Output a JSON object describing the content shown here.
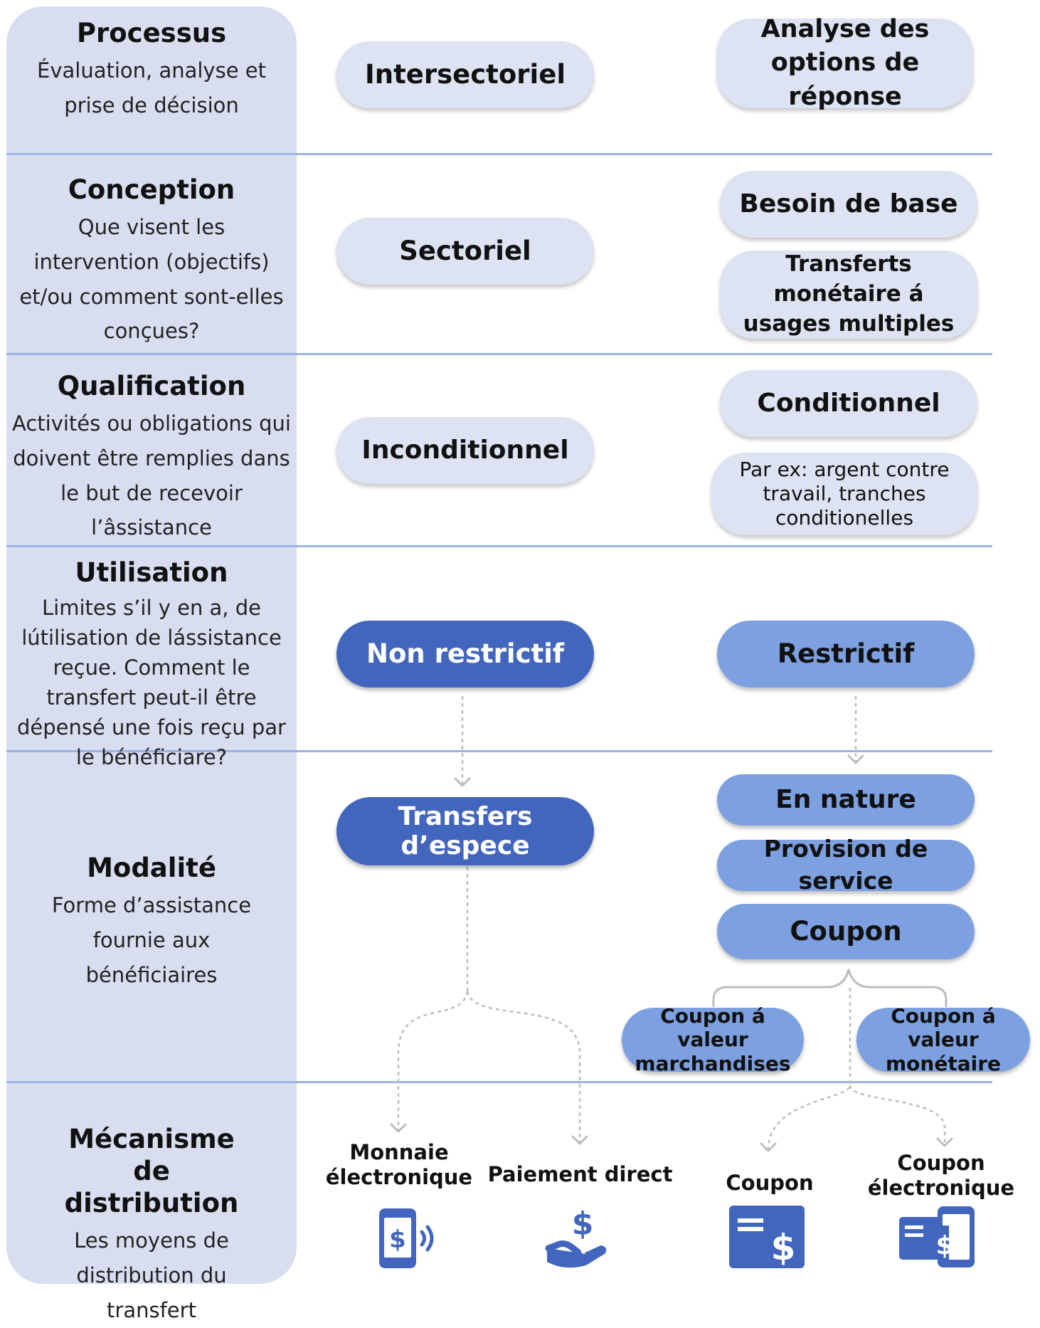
{
  "categories": [
    {
      "title": "Processus",
      "description": "Évaluation, analyse et prise de décision"
    },
    {
      "title": "Conception",
      "description": "Que visent les intervention (objectifs) et/ou comment sont-elles conçues?"
    },
    {
      "title": "Qualification",
      "description": "Activités ou obligations qui doivent être remplies dans le but de recevoir l’âssistance"
    },
    {
      "title": "Utilisation",
      "description": "Limites s’il y en a, de lútilisation de lássistance reçue. Comment le transfert peut-il être dépensé une fois reçu par le bénéficiare?"
    },
    {
      "title": "Modalité",
      "description": "Forme d’assistance fournie aux bénéficiaires"
    },
    {
      "title": "Mécanisme de distribution",
      "description": "Les moyens de distribution du transfert"
    }
  ],
  "options": {
    "intersectoriel": "Intersectoriel",
    "analyse_options": "Analyse des options de réponse",
    "sectoriel": "Sectoriel",
    "besoin_de_base": "Besoin de base",
    "transferts_multiples": "Transferts monétaire á usages multiples",
    "inconditionnel": "Inconditionnel",
    "conditionnel": "Conditionnel",
    "conditionnel_example": "Par ex: argent contre travail, tranches conditionelles",
    "non_restrictif": "Non restrictif",
    "restrictif": "Restrictif",
    "transfers_espece": "Transfers d’espece",
    "en_nature": "En nature",
    "provision_service": "Provision de service",
    "coupon": "Coupon",
    "coupon_valeur_marchandises": "Coupon á valeur marchandises",
    "coupon_valeur_monetaire": "Coupon á valeur monétaire"
  },
  "mechanisms": {
    "monnaie_electronique": "Monnaie électronique",
    "paiement_direct": "Paiement direct",
    "coupon": "Coupon",
    "coupon_electronique": "Coupon électronique"
  },
  "icons": [
    "mobile-money-icon",
    "hand-dollar-icon",
    "voucher-icon",
    "e-voucher-icon"
  ],
  "colors": {
    "sidebar": "#d8def0",
    "divider": "#9db2e2",
    "light_pill": "#dde3f2",
    "dark_pill": "#4266bd",
    "mid_pill": "#7ca0e0",
    "icon": "#4266bd"
  }
}
